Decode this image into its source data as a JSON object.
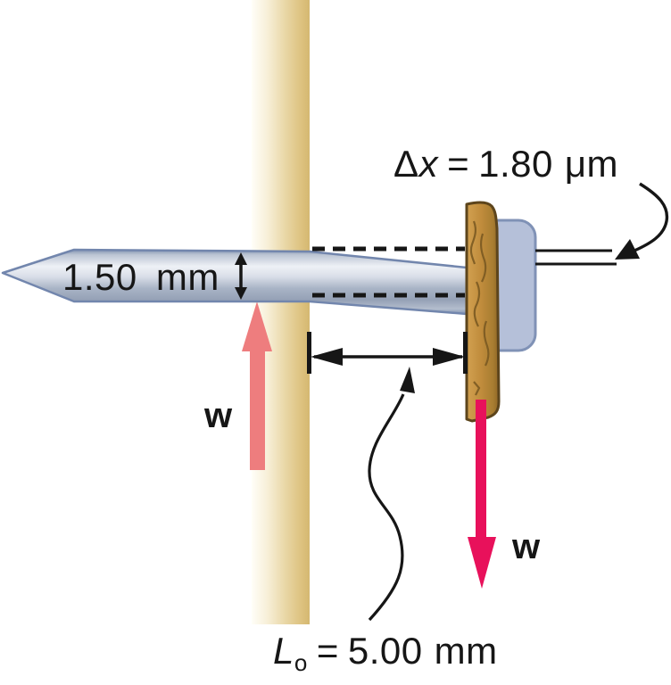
{
  "diagram": {
    "labels": {
      "nail_diameter": "1.50 mm",
      "shear_displacement": {
        "delta": "Δ",
        "variable": "x",
        "equals": "=",
        "value": "1.80",
        "unit": "μm"
      },
      "original_length": {
        "variable": "L",
        "subscript": "o",
        "equals": "=",
        "value": "5.00",
        "unit": "mm"
      },
      "weight_left": "w",
      "weight_right": "w"
    },
    "colors": {
      "weight_up_arrow": "#ee7d7e",
      "weight_down_arrow": "#e8115b",
      "nail_head_fill": "#b5c0d9",
      "nail_head_stroke": "#8092b6",
      "nail_outline": "#7286ad",
      "stud_wood": "#dcc07c",
      "board_wood": "#c8973f",
      "line_color": "#161616"
    }
  }
}
